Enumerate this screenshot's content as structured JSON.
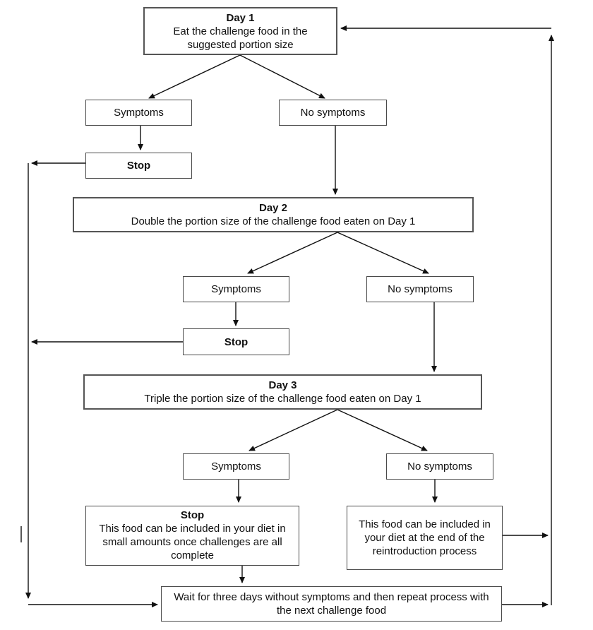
{
  "diagram": {
    "kind": "flowchart",
    "colors": {
      "background": "#ffffff",
      "box_border": "#4a4a4a",
      "connector": "#111111",
      "text": "#111111"
    },
    "nodes": {
      "day1": {
        "title": "Day 1",
        "text": "Eat the challenge food in the suggested portion size"
      },
      "symptoms1": {
        "label": "Symptoms"
      },
      "no_symptoms1": {
        "label": "No symptoms"
      },
      "stop1": {
        "title": "Stop"
      },
      "day2": {
        "title": "Day 2",
        "text": "Double the portion size of the challenge food eaten on Day 1"
      },
      "symptoms2": {
        "label": "Symptoms"
      },
      "no_symptoms2": {
        "label": "No symptoms"
      },
      "stop2": {
        "title": "Stop"
      },
      "day3": {
        "title": "Day 3",
        "text": "Triple the portion size of the challenge food eaten on Day 1"
      },
      "symptoms3": {
        "label": "Symptoms"
      },
      "no_symptoms3": {
        "label": "No symptoms"
      },
      "stop_final": {
        "title": "Stop",
        "text": "This food can be included in your diet in small amounts once challenges are all complete"
      },
      "include_end": {
        "text": "This food can be included in your diet at the end of the reintroduction process"
      },
      "wait_repeat": {
        "text": "Wait for three days without symptoms and then repeat process with the next challenge food"
      }
    }
  }
}
